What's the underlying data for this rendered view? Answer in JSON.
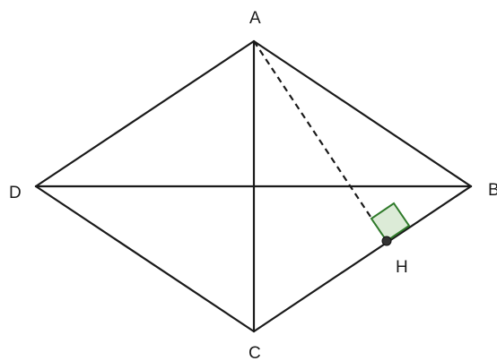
{
  "diagram": {
    "labels": {
      "A": "A",
      "B": "B",
      "C": "C",
      "D": "D",
      "H": "H"
    },
    "colors": {
      "line": "#1a1a1a",
      "right_angle_fill": "#dcebd7",
      "right_angle_stroke": "#2f7a2a",
      "point": "#333333"
    }
  }
}
